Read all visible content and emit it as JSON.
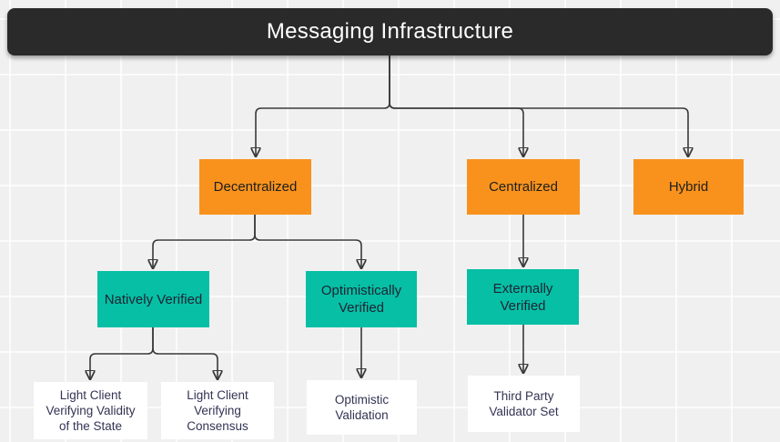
{
  "diagram": {
    "title": "Messaging Infrastructure",
    "type": "flowchart-tree",
    "colors": {
      "canvas_bg": "#f0f0f0",
      "grid_line": "#f8f8f8",
      "root_bg": "#2a2a2a",
      "root_text": "#ffffff",
      "level1_bg": "#f8921d",
      "level2_bg": "#06bfa5",
      "leaf_bg": "#ffffff",
      "node_text_dark": "#1e1e1e",
      "leaf_text": "#333354",
      "connector": "#3a3a3a"
    },
    "nodes": {
      "root": {
        "label": "Messaging Infrastructure"
      },
      "decentralized": {
        "label": "Decentralized"
      },
      "centralized": {
        "label": "Centralized"
      },
      "hybrid": {
        "label": "Hybrid"
      },
      "natively_verified": {
        "label": "Natively Verified"
      },
      "optimistically_verified": {
        "label": "Optimistically\nVerified"
      },
      "externally_verified": {
        "label": "Externally\nVerified"
      },
      "light_client_validity": {
        "label": "Light Client\nVerifying Validity\nof the State"
      },
      "light_client_consensus": {
        "label": "Light Client\nVerifying\nConsensus"
      },
      "optimistic_validation": {
        "label": "Optimistic\nValidation"
      },
      "third_party_validator_set": {
        "label": "Third Party\nValidator Set"
      }
    },
    "edges": [
      {
        "from": "root",
        "to": "decentralized"
      },
      {
        "from": "root",
        "to": "centralized"
      },
      {
        "from": "root",
        "to": "hybrid"
      },
      {
        "from": "decentralized",
        "to": "natively_verified"
      },
      {
        "from": "decentralized",
        "to": "optimistically_verified"
      },
      {
        "from": "centralized",
        "to": "externally_verified"
      },
      {
        "from": "natively_verified",
        "to": "light_client_validity"
      },
      {
        "from": "natively_verified",
        "to": "light_client_consensus"
      },
      {
        "from": "optimistically_verified",
        "to": "optimistic_validation"
      },
      {
        "from": "externally_verified",
        "to": "third_party_validator_set"
      }
    ]
  }
}
